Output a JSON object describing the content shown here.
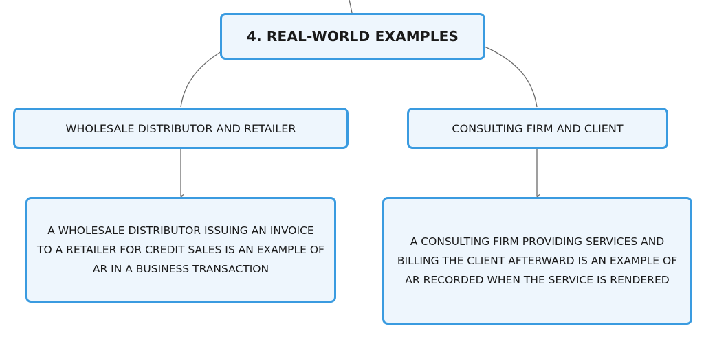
{
  "root": {
    "title": "4. REAL-WORLD EXAMPLES"
  },
  "branches": [
    {
      "title": "WHOLESALE DISTRIBUTOR AND RETAILER",
      "description_lines": [
        "A WHOLESALE DISTRIBUTOR ISSUING AN INVOICE",
        "TO A RETAILER FOR CREDIT SALES IS AN EXAMPLE OF",
        "AR IN A BUSINESS TRANSACTION"
      ]
    },
    {
      "title": "CONSULTING FIRM AND CLIENT",
      "description_lines": [
        "A CONSULTING FIRM PROVIDING SERVICES AND",
        "BILLING THE CLIENT AFTERWARD IS AN EXAMPLE OF",
        "AR RECORDED WHEN THE SERVICE IS RENDERED"
      ]
    }
  ],
  "colors": {
    "node_border": "#3a9be0",
    "node_fill": "#eef6fd",
    "connector": "#6b6b6b"
  }
}
